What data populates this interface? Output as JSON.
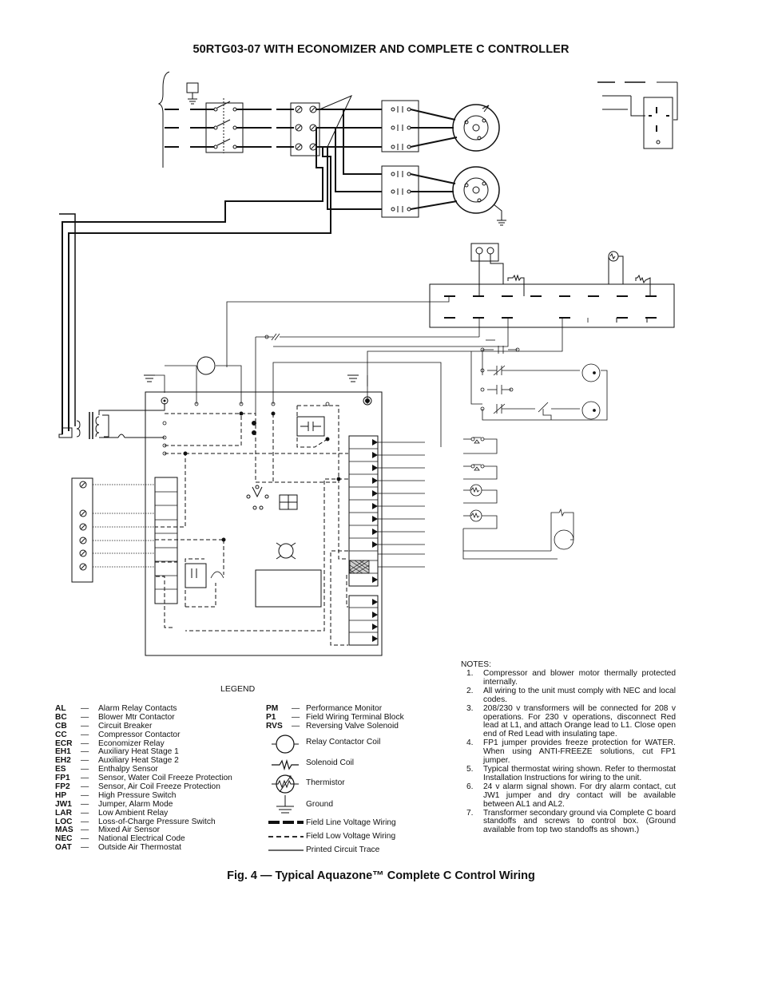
{
  "title": "50RTG03-07 WITH ECONOMIZER AND COMPLETE C CONTROLLER",
  "caption": "Fig. 4 — Typical Aquazone™ Complete C Control Wiring",
  "legend": {
    "heading": "LEGEND",
    "dash": "—",
    "abbreviations_left": [
      {
        "code": "AL",
        "text": "Alarm Relay Contacts"
      },
      {
        "code": "BC",
        "text": "Blower Mtr Contactor"
      },
      {
        "code": "CB",
        "text": "Circuit Breaker"
      },
      {
        "code": "CC",
        "text": "Compressor Contactor"
      },
      {
        "code": "ECR",
        "text": "Economizer Relay"
      },
      {
        "code": "EH1",
        "text": "Auxiliary Heat Stage 1"
      },
      {
        "code": "EH2",
        "text": "Auxiliary Heat Stage 2"
      },
      {
        "code": "ES",
        "text": "Enthalpy Sensor"
      },
      {
        "code": "FP1",
        "text": "Sensor, Water Coil Freeze Protection"
      },
      {
        "code": "FP2",
        "text": "Sensor, Air Coil Freeze Protection"
      },
      {
        "code": "HP",
        "text": "High Pressure Switch"
      },
      {
        "code": "JW1",
        "text": "Jumper, Alarm Mode"
      },
      {
        "code": "LAR",
        "text": "Low Ambient Relay"
      },
      {
        "code": "LOC",
        "text": "Loss-of-Charge Pressure Switch"
      },
      {
        "code": "MAS",
        "text": "Mixed Air Sensor"
      },
      {
        "code": "NEC",
        "text": "National Electrical Code"
      },
      {
        "code": "OAT",
        "text": "Outside Air Thermostat"
      }
    ],
    "abbreviations_right": [
      {
        "code": "PM",
        "text": "Performance Monitor"
      },
      {
        "code": "P1",
        "text": "Field Wiring Terminal Block"
      },
      {
        "code": "RVS",
        "text": "Reversing Valve Solenoid"
      }
    ],
    "symbols": [
      {
        "icon": "relay-contactor-coil-icon",
        "label": "Relay Contactor Coil"
      },
      {
        "icon": "solenoid-coil-icon",
        "label": "Solenoid Coil"
      },
      {
        "icon": "thermistor-icon",
        "label": "Thermistor"
      },
      {
        "icon": "ground-icon",
        "label": "Ground"
      },
      {
        "icon": "field-line-voltage-icon",
        "label": "Field Line Voltage Wiring"
      },
      {
        "icon": "field-low-voltage-icon",
        "label": "Field Low Voltage Wiring"
      },
      {
        "icon": "printed-circuit-trace-icon",
        "label": "Printed Circuit Trace"
      }
    ]
  },
  "notes": {
    "heading": "NOTES:",
    "items": [
      {
        "num": "1.",
        "text": "Compressor and blower motor thermally protected internally."
      },
      {
        "num": "2.",
        "text": "All wiring to the unit must comply with NEC and local codes."
      },
      {
        "num": "3.",
        "text": "208/230 v transformers will be connected for 208 v operations. For 230 v operations, disconnect Red lead at L1, and attach Orange lead to L1. Close open end of Red Lead with insulating tape."
      },
      {
        "num": "4.",
        "text": "FP1 jumper provides freeze protection for WATER. When using ANTI-FREEZE solutions, cut FP1 jumper."
      },
      {
        "num": "5.",
        "text": "Typical thermostat wiring shown. Refer to thermostat Installation Instructions for wiring to the unit."
      },
      {
        "num": "6.",
        "text": "24 v alarm signal shown. For dry alarm contact, cut JW1 jumper and dry contact will be available between AL1 and AL2."
      },
      {
        "num": "7.",
        "text": "Transformer secondary ground via Complete C board standoffs and screws to control box. (Ground available from top two standoffs as shown.)"
      }
    ]
  }
}
